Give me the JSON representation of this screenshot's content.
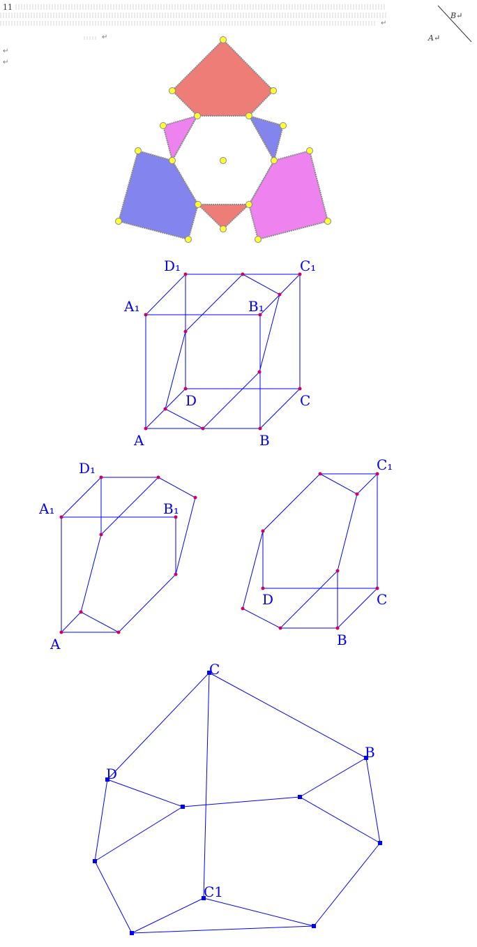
{
  "header": {
    "page_number": "11",
    "corner_label_b": "B↵",
    "corner_label_a": "A↵",
    "return_mark": "↵"
  },
  "figure1": {
    "hexagon_fill": "#ffffff",
    "colors": {
      "red": "#ee7d78",
      "pink": "#ee82ee",
      "blue": "#8484ee",
      "vertex": "#ffff33"
    }
  },
  "figure2": {
    "labels": {
      "D1": "D₁",
      "C1": "C₁",
      "A1": "A₁",
      "B1": "B₁",
      "D": "D",
      "C": "C",
      "A": "A",
      "B": "B"
    },
    "line_color": "#0000ff",
    "point_color": "#cc0066"
  },
  "figure3": {
    "labels": {
      "D1": "D₁",
      "A1": "A₁",
      "B1": "B₁",
      "A": "A"
    }
  },
  "figure4": {
    "labels": {
      "C1": "C₁",
      "D": "D",
      "C": "C",
      "B": "B"
    }
  },
  "figure5": {
    "labels": {
      "C": "C",
      "B": "B",
      "D": "D",
      "C1": "C1"
    },
    "point_color": "#0000ff"
  }
}
